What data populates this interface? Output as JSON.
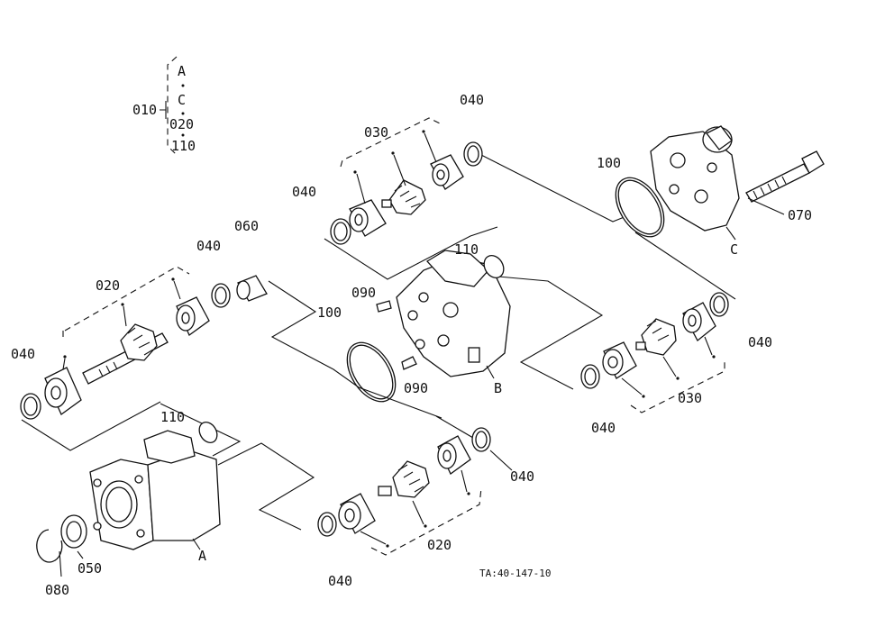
{
  "bom": {
    "assembly": "010",
    "items": [
      "A",
      "C",
      "020",
      "110"
    ]
  },
  "callouts": {
    "p040_top": "040",
    "p030_top": "030",
    "p040_top_left": "040",
    "p100_top": "100",
    "p070": "070",
    "pC": "C",
    "p110_mid": "110",
    "p090_a": "090",
    "p090_b": "090",
    "pB": "B",
    "p100_mid": "100",
    "p040_left_mid": "040",
    "p060": "060",
    "p020_left": "020",
    "p040_left": "040",
    "p040_right_a": "040",
    "p040_right_b": "040",
    "p030_right": "030",
    "p110_low": "110",
    "pA": "A",
    "p040_low_r": "040",
    "p020_low": "020",
    "p040_low": "040",
    "p050": "050",
    "p080": "080"
  },
  "drawing_code": "TA:40-147-10"
}
